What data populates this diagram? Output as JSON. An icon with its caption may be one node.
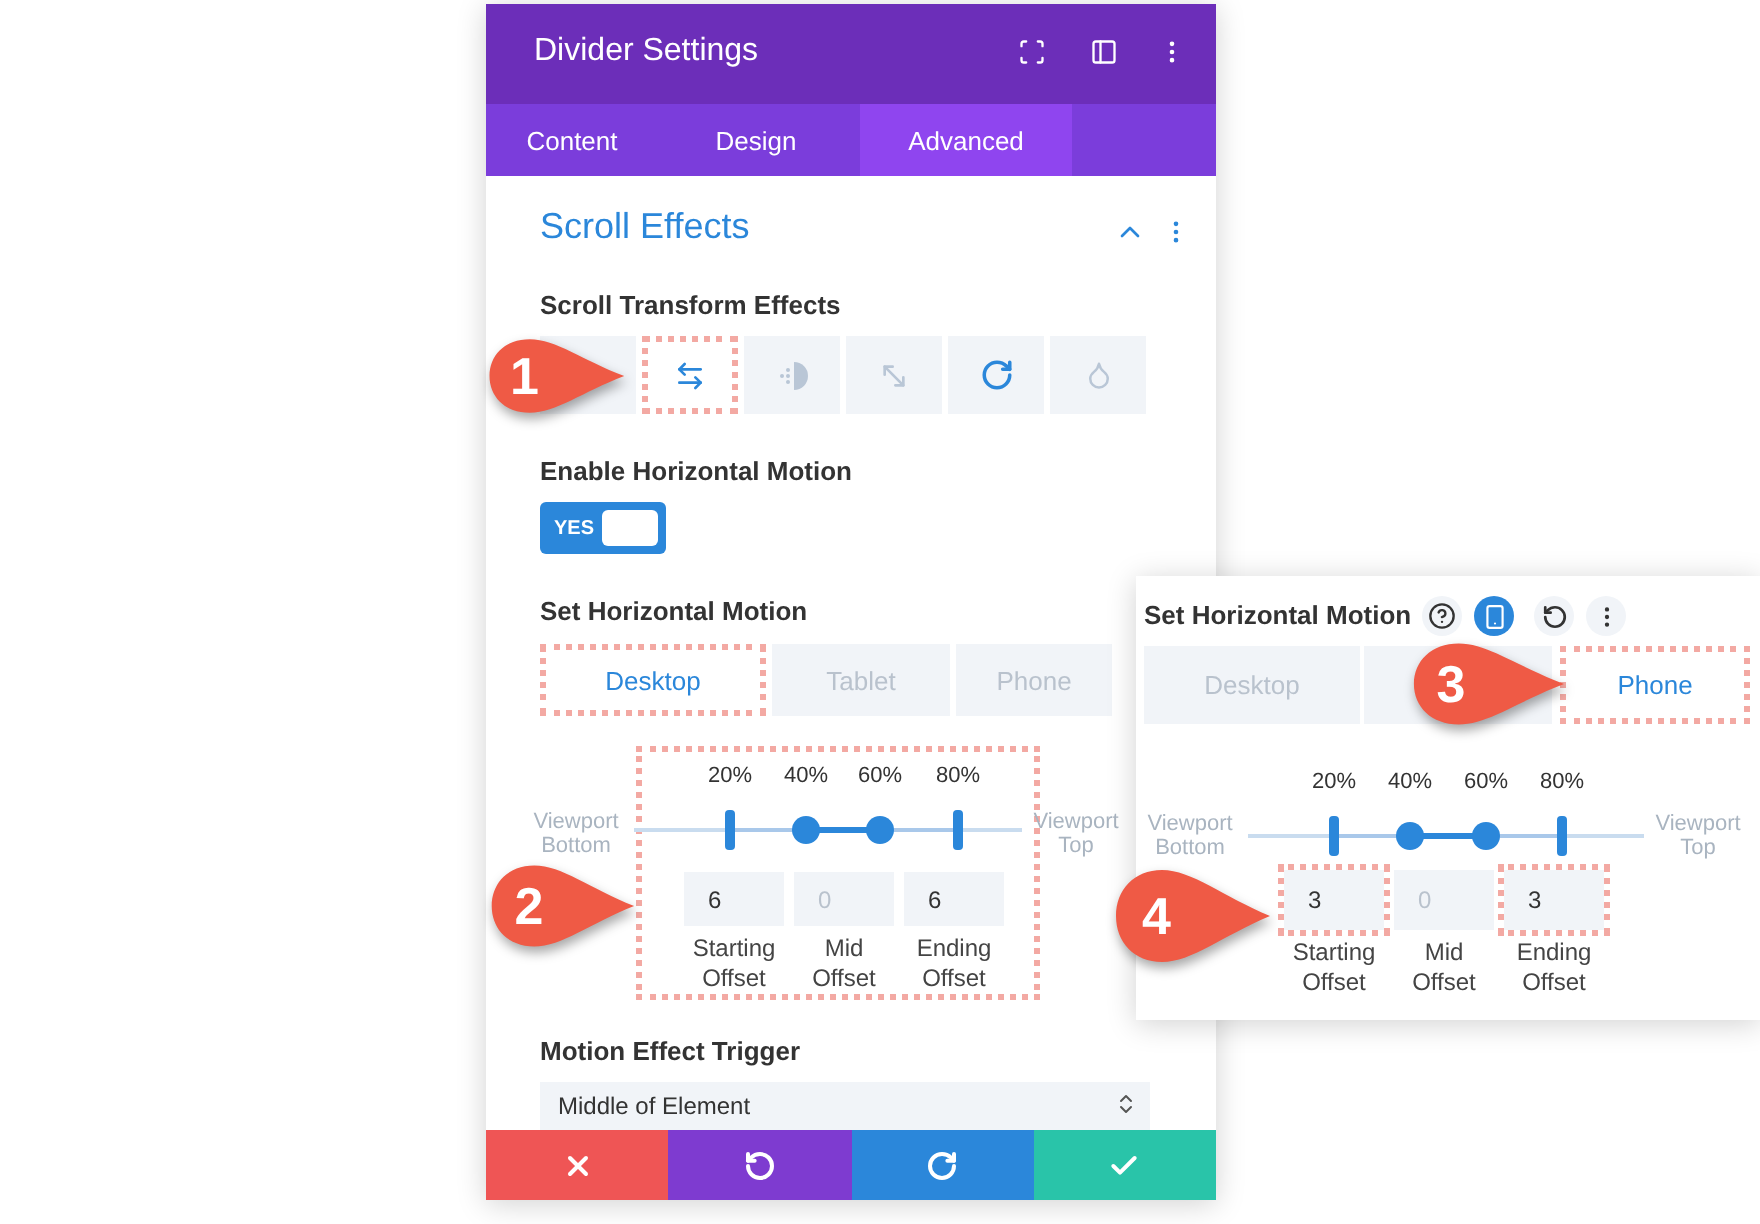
{
  "diagram": {
    "labels": [
      "Divider Settings",
      "Content",
      "Design",
      "Advanced",
      "Scroll Effects",
      "Scroll Transform Effects",
      "1",
      "Enable Horizontal Motion",
      "YES",
      "Set Horizontal Motion",
      "Desktop",
      "Tablet",
      "Phone",
      "20%",
      "40%",
      "60%",
      "80%",
      "Viewport Bottom",
      "Viewport Top",
      "2",
      "6",
      "0",
      "6",
      "Starting Offset",
      "Mid Offset",
      "Ending Offset",
      "Motion Effect Trigger",
      "Middle of Element",
      "Set Horizontal Motion",
      "Desktop",
      "3",
      "Phone",
      "20%",
      "40%",
      "60%",
      "80%",
      "Viewport Bottom",
      "Viewport Top",
      "4",
      "3",
      "0",
      "3",
      "Starting Offset",
      "Mid Offset",
      "Ending Offset"
    ]
  }
}
